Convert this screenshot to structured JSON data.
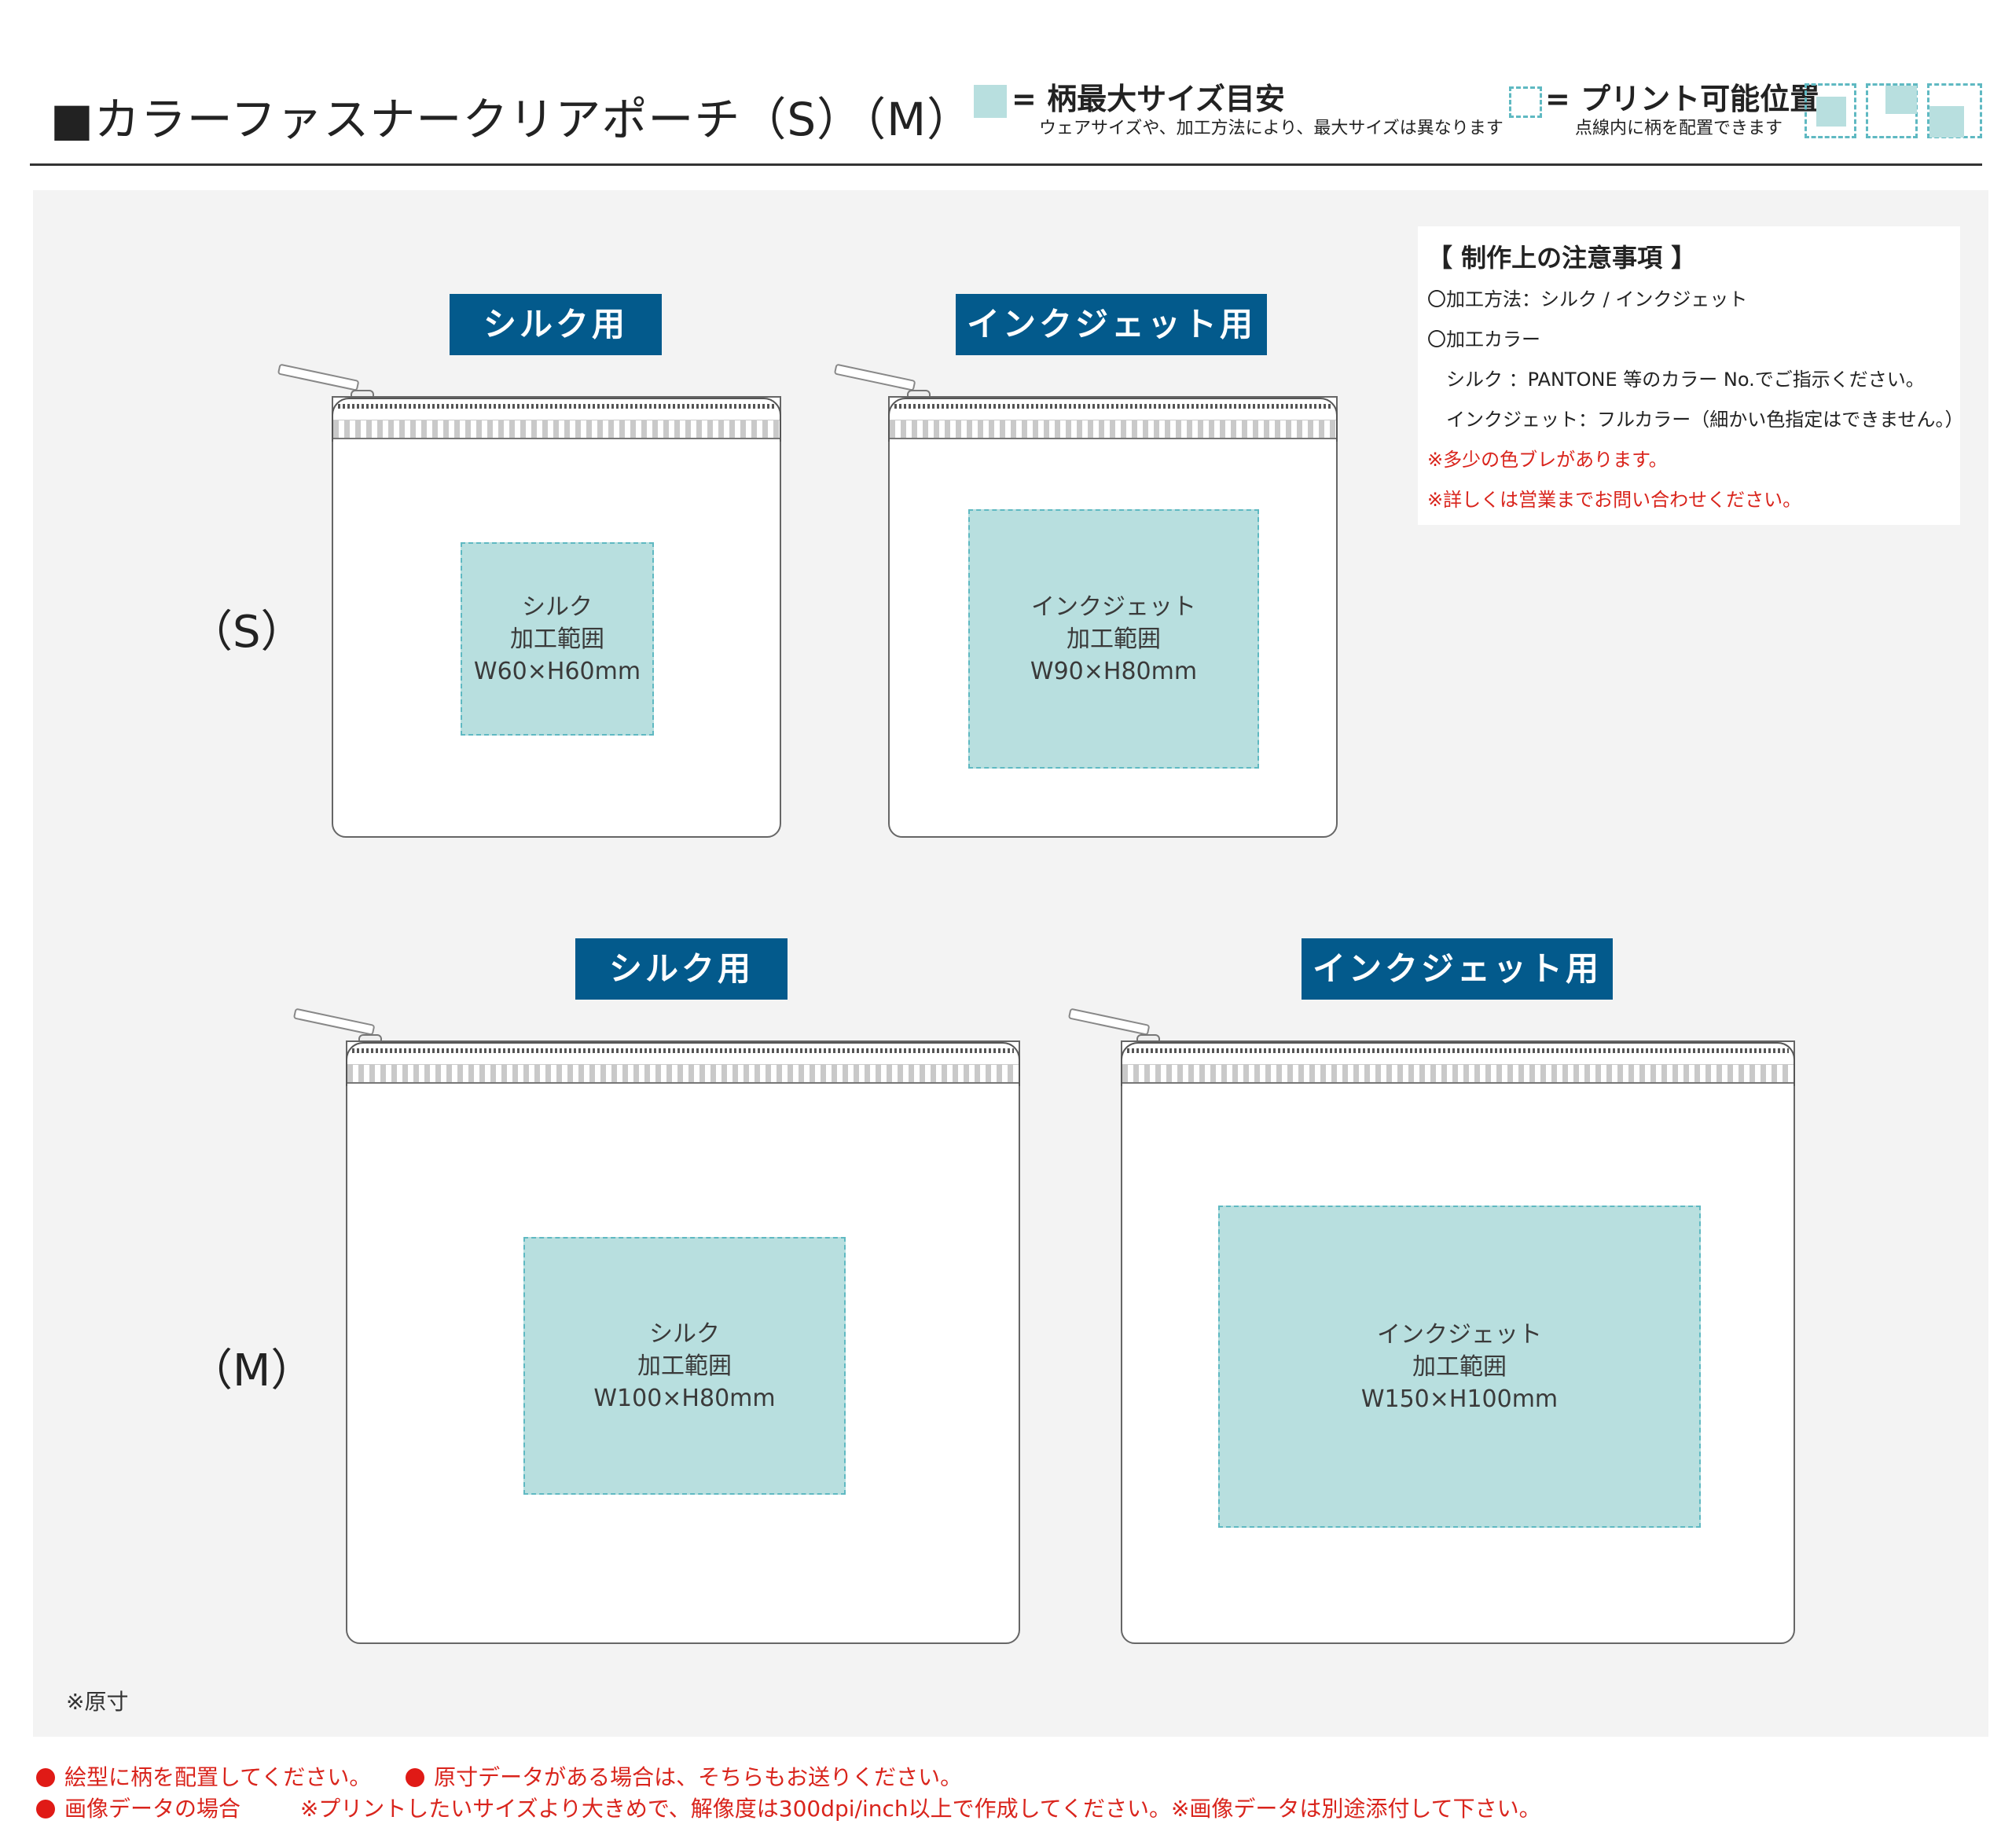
{
  "header": {
    "title": "■カラーファスナークリアポーチ（S）（M）",
    "legend_max_size": {
      "label": "= 柄最大サイズ目安",
      "sub": "ウェアサイズや、加工方法により、最大サイズは異なります"
    },
    "legend_print_area": {
      "label": "= プリント可能位置",
      "sub": "点線内に柄を配置できます"
    }
  },
  "notes": {
    "title": "【 制作上の注意事項 】",
    "lines": [
      "〇加工方法：シルク / インクジェット",
      "〇加工カラー",
      "シルク ：PANTONE 等のカラー No.でご指示ください。",
      "インクジェット：フルカラー（細かい色指定はできません。）",
      "※多少の色ブレがあります。",
      "※詳しくは営業までお問い合わせください。"
    ]
  },
  "sizes": {
    "s": {
      "label": "（S）",
      "silk": {
        "tag": "シルク用",
        "area_lines": [
          "シルク",
          "加工範囲",
          "W60×H60mm"
        ]
      },
      "inkjet": {
        "tag": "インクジェット用",
        "area_lines": [
          "インクジェット",
          "加工範囲",
          "W90×H80mm"
        ]
      }
    },
    "m": {
      "label": "（M）",
      "silk": {
        "tag": "シルク用",
        "area_lines": [
          "シルク",
          "加工範囲",
          "W100×H80mm"
        ]
      },
      "inkjet": {
        "tag": "インクジェット用",
        "area_lines": [
          "インクジェット",
          "加工範囲",
          "W150×H100mm"
        ]
      }
    }
  },
  "note_original_size": "※原寸",
  "footer": {
    "line1_a": "絵型に柄を配置してください。",
    "line1_b": "原寸データがある場合は、そちらもお送りください。",
    "line2_a": "画像データの場合",
    "line2_b": "※プリントしたいサイズより大きめで、解像度は300dpi/inch以上で作成してください。※画像データは別途添付して下さい。"
  },
  "colors": {
    "label_bg": "#035a8c",
    "area_fill": "#b8dfdf",
    "area_border": "#5fb9c2",
    "panel_bg": "#f3f3f3",
    "note_red": "#d9241c"
  }
}
